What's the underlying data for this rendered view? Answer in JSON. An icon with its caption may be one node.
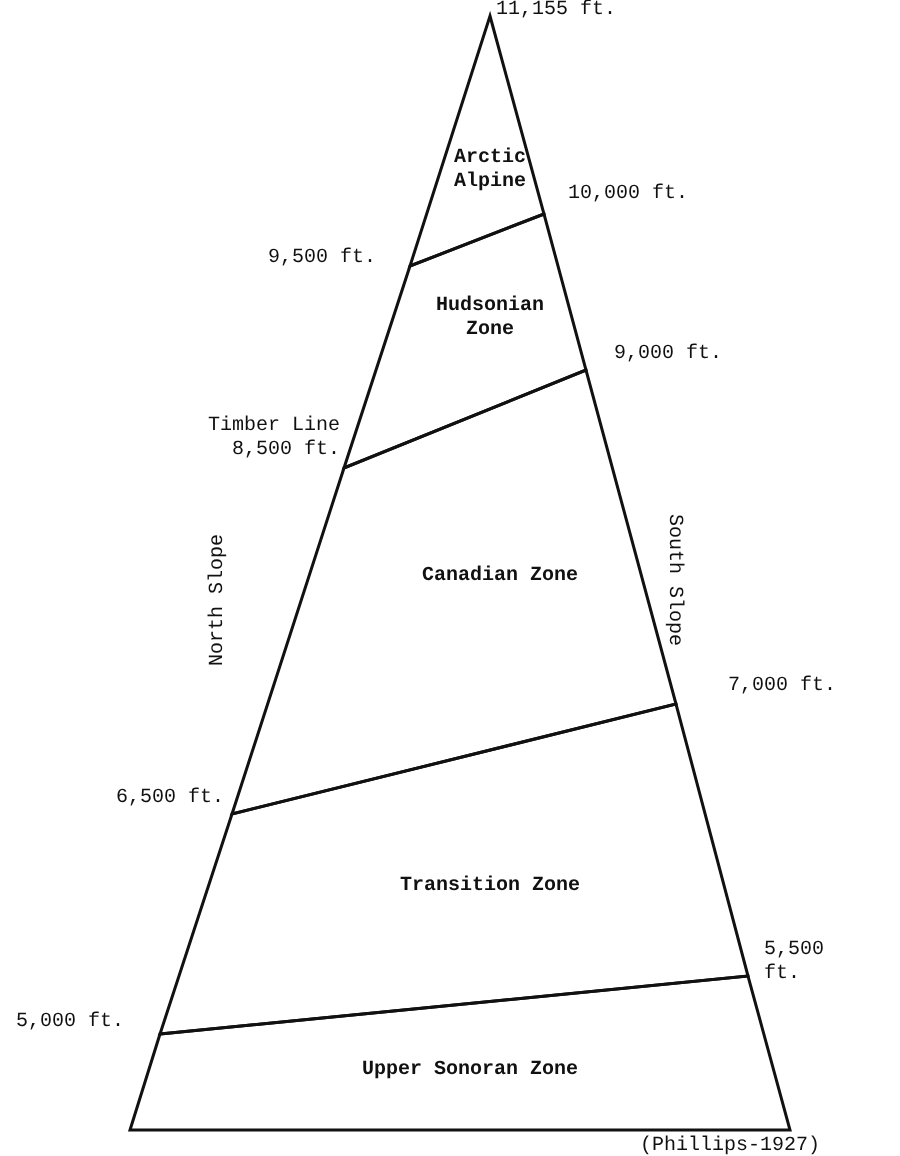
{
  "diagram": {
    "caption": "(Phillips-1927)",
    "nodes": [
      {
        "text": [
          "Arctic Alpine"
        ]
      },
      {
        "text": [
          "Hudsonian Zone"
        ]
      },
      {
        "text": [
          "Canadian Zone"
        ]
      },
      {
        "text": [
          "Transition Zone"
        ]
      },
      {
        "text": [
          "Upper Sonoran Zone"
        ]
      }
    ],
    "edges": [],
    "labels": [
      "11,155 ft.",
      "10,000 ft.",
      "9,500 ft.",
      "9,000 ft.",
      "Timber Line 8,500 ft.",
      "South Slope",
      "North Slope",
      "7,000 ft.",
      "6,500 ft.",
      "5,500 ft.",
      "5,000 ft."
    ]
  }
}
